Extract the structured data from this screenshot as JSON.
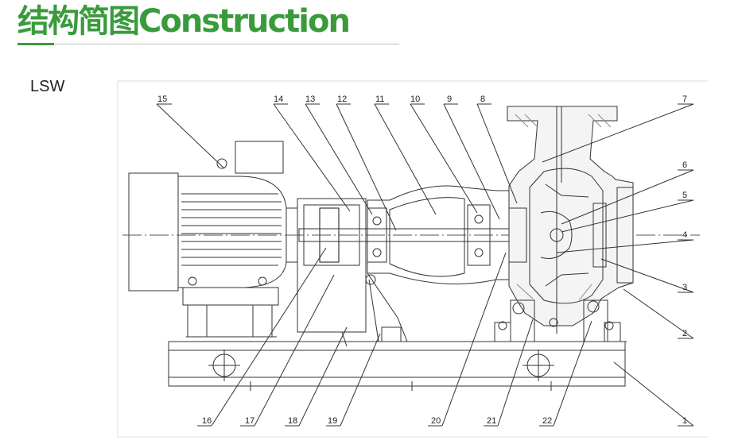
{
  "header": {
    "title": "结构简图Construction",
    "accent_color": "#3a9b3c"
  },
  "model_label": "LSW",
  "diagram": {
    "callouts": [
      {
        "id": "c1",
        "label": "1"
      },
      {
        "id": "c2",
        "label": "2"
      },
      {
        "id": "c3",
        "label": "3"
      },
      {
        "id": "c4",
        "label": "4"
      },
      {
        "id": "c5",
        "label": "5"
      },
      {
        "id": "c6",
        "label": "6"
      },
      {
        "id": "c7",
        "label": "7"
      },
      {
        "id": "c8",
        "label": "8"
      },
      {
        "id": "c9",
        "label": "9"
      },
      {
        "id": "c10",
        "label": "10"
      },
      {
        "id": "c11",
        "label": "11"
      },
      {
        "id": "c12",
        "label": "12"
      },
      {
        "id": "c13",
        "label": "13"
      },
      {
        "id": "c14",
        "label": "14"
      },
      {
        "id": "c15",
        "label": "15"
      },
      {
        "id": "c16",
        "label": "16"
      },
      {
        "id": "c17",
        "label": "17"
      },
      {
        "id": "c18",
        "label": "18"
      },
      {
        "id": "c19",
        "label": "19"
      },
      {
        "id": "c20",
        "label": "20"
      },
      {
        "id": "c21",
        "label": "21"
      },
      {
        "id": "c22",
        "label": "22"
      }
    ]
  }
}
